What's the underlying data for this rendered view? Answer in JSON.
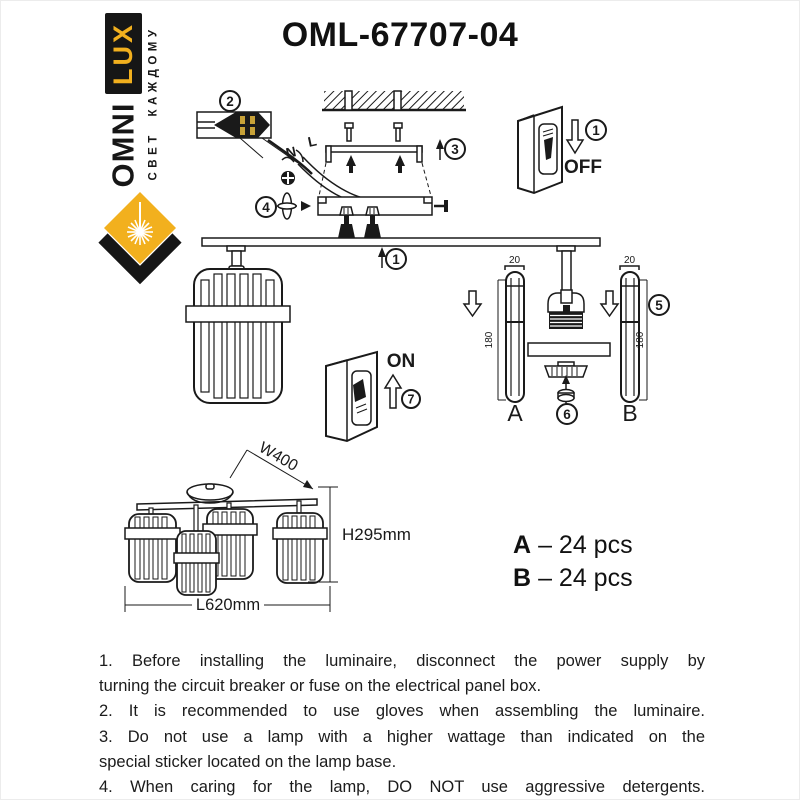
{
  "logo": {
    "brand_top": "LUX",
    "brand_bottom": "OMNI",
    "tagline": "СВЕТ КАЖДОМУ",
    "accent_color": "#F2B01E"
  },
  "header": {
    "model": "OML-67707-04"
  },
  "diagram": {
    "steps": {
      "one": "1",
      "two": "2",
      "three": "3",
      "four": "4",
      "five": "5",
      "six": "6",
      "seven": "7"
    },
    "wires": {
      "neutral": "N",
      "live": "L"
    },
    "switches": {
      "off": "OFF",
      "on": "ON"
    },
    "parts": {
      "a": "A",
      "b": "B",
      "rod_width_mm": "20",
      "rod_length_mm": "180"
    },
    "dimensions": {
      "width": "W400",
      "height": "H295mm",
      "length": "L620mm"
    }
  },
  "quantities": {
    "a_label": "A",
    "a_qty": "– 24 pcs",
    "b_label": "B",
    "b_qty": "– 24 pcs"
  },
  "instructions": {
    "lines": [
      "1. Before installing the luminaire, disconnect the power supply by",
      "turning the circuit breaker or fuse on the electrical panel box.",
      "2. It is recommended to use gloves when assembling the luminaire.",
      "3. Do not use a lamp with a higher wattage than indicated on the",
      "special sticker located on the lamp base.",
      "4. When caring for the lamp, DO NOT use aggressive detergents."
    ]
  }
}
